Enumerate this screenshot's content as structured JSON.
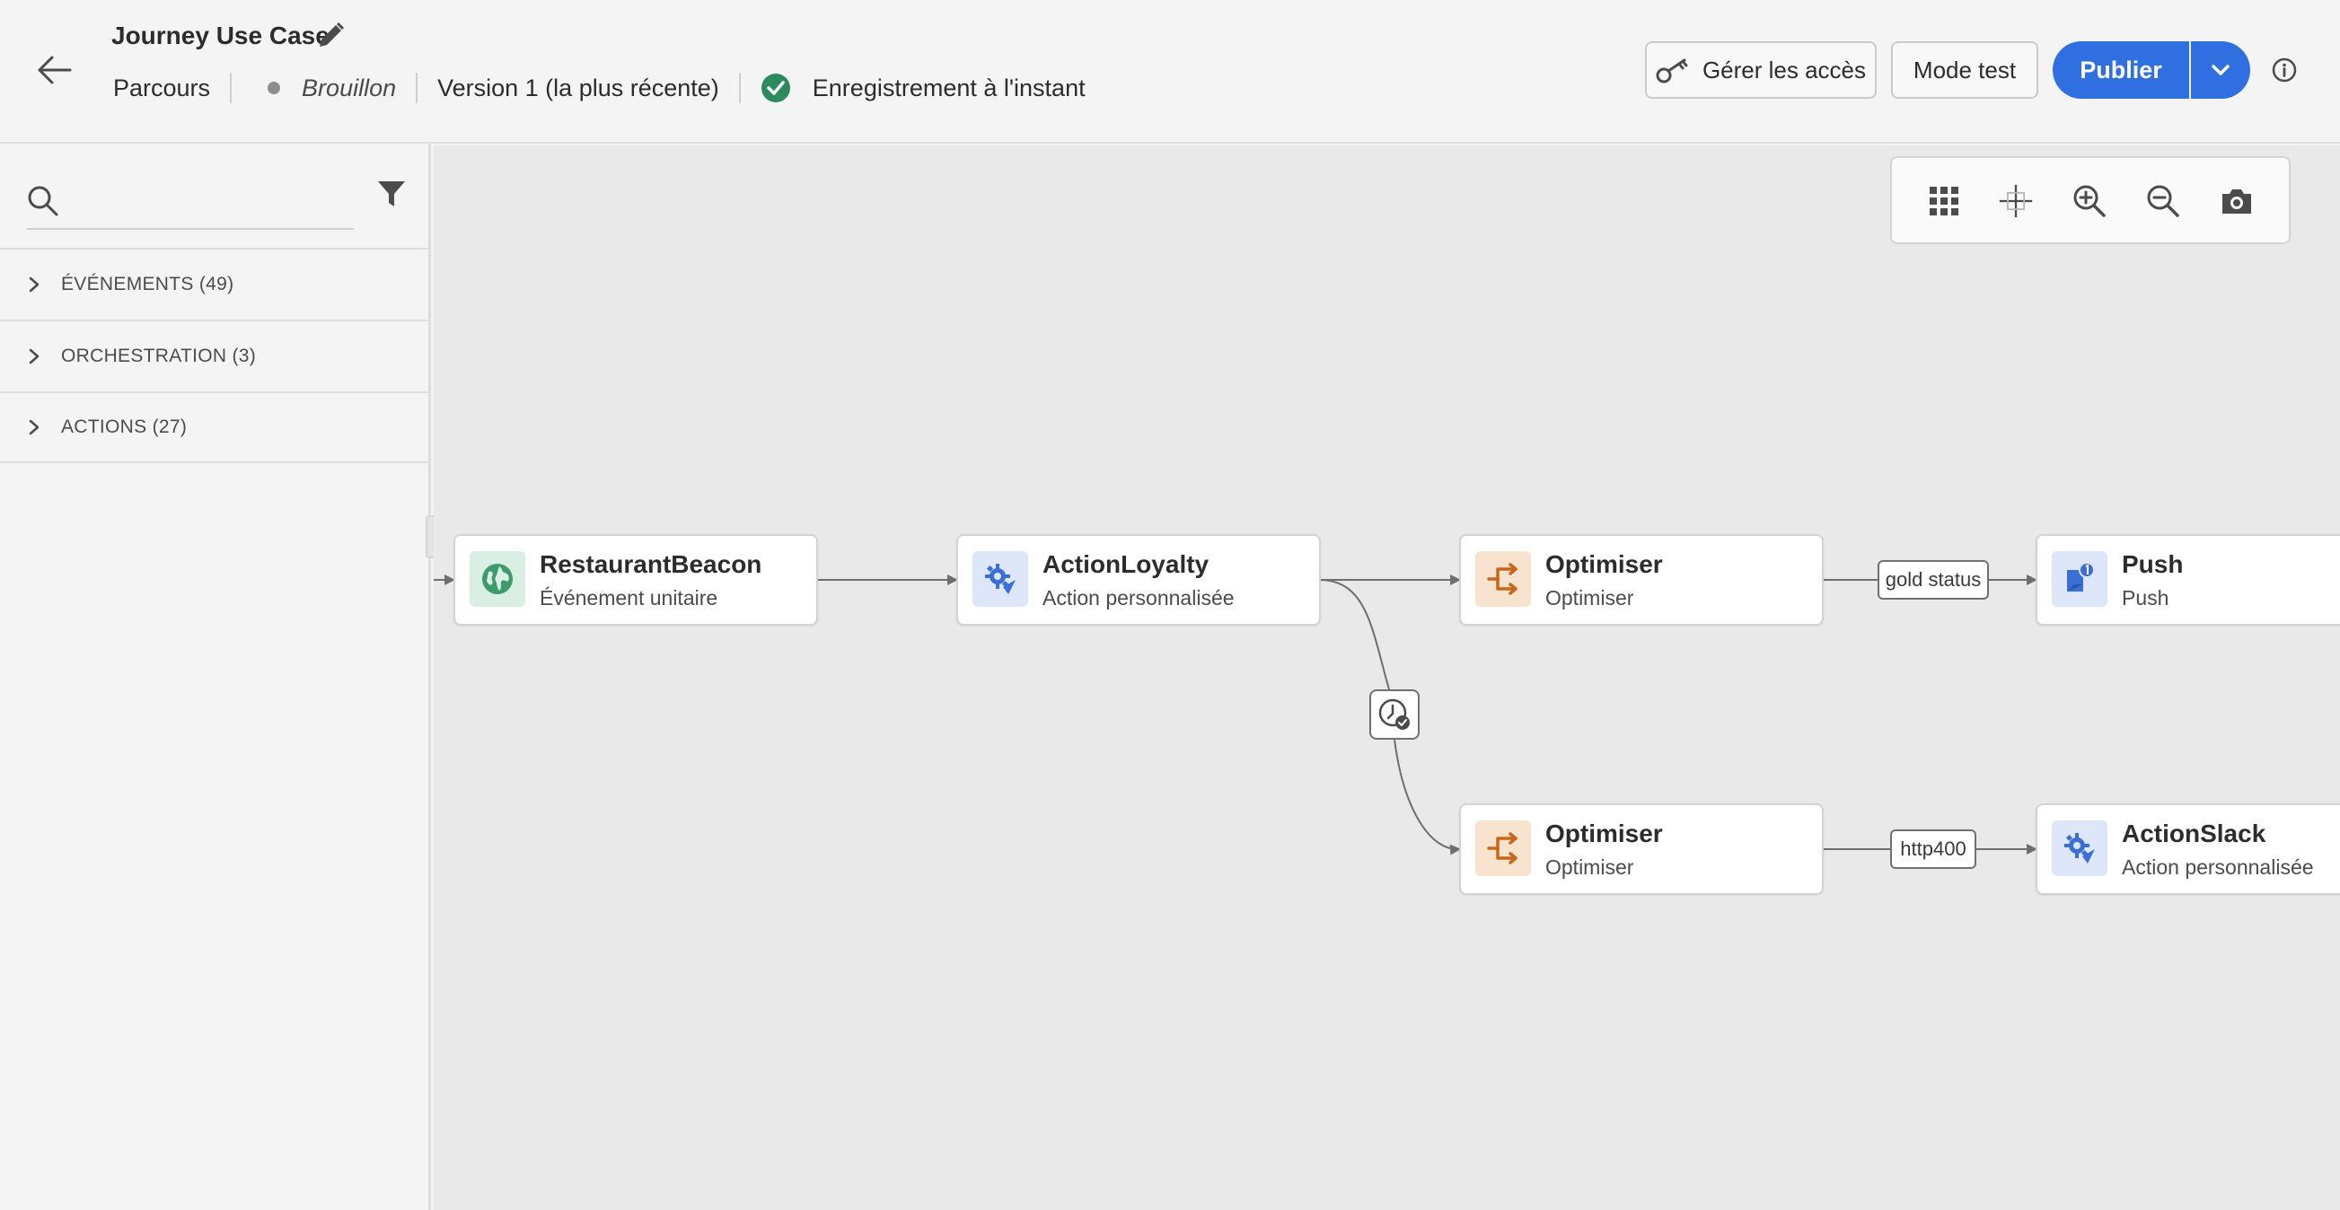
{
  "header": {
    "journey_title": "Journey Use Case",
    "breadcrumb": "Parcours",
    "status": "Brouillon",
    "version": "Version 1 (la plus récente)",
    "save_status": "Enregistrement à l'instant",
    "manage_access_label": "Gérer les accès",
    "test_mode_label": "Mode test",
    "publish_label": "Publier"
  },
  "sidebar": {
    "search_placeholder": "",
    "sections": [
      {
        "label": "ÉVÉNEMENTS (49)"
      },
      {
        "label": "ORCHESTRATION (3)"
      },
      {
        "label": "ACTIONS (27)"
      }
    ]
  },
  "canvas": {
    "nodes": [
      {
        "title": "RestaurantBeacon",
        "subtitle": "Événement unitaire",
        "icon": "globe-icon"
      },
      {
        "title": "ActionLoyalty",
        "subtitle": "Action personnalisée",
        "icon": "custom-action-icon"
      },
      {
        "title": "Optimiser",
        "subtitle": "Optimiser",
        "icon": "optimize-icon"
      },
      {
        "title": "Push",
        "subtitle": "Push",
        "icon": "push-icon"
      },
      {
        "title": "Optimiser",
        "subtitle": "Optimiser",
        "icon": "optimize-icon"
      },
      {
        "title": "ActionSlack",
        "subtitle": "Action personnalisée",
        "icon": "custom-action-icon"
      }
    ],
    "edge_labels": [
      "gold status",
      "http400"
    ]
  },
  "colors": {
    "accent": "#2f6fdf",
    "success": "#2d8a5c",
    "optimize": "#c8661a",
    "action": "#3b6fd6",
    "event": "#3d9a6b"
  }
}
